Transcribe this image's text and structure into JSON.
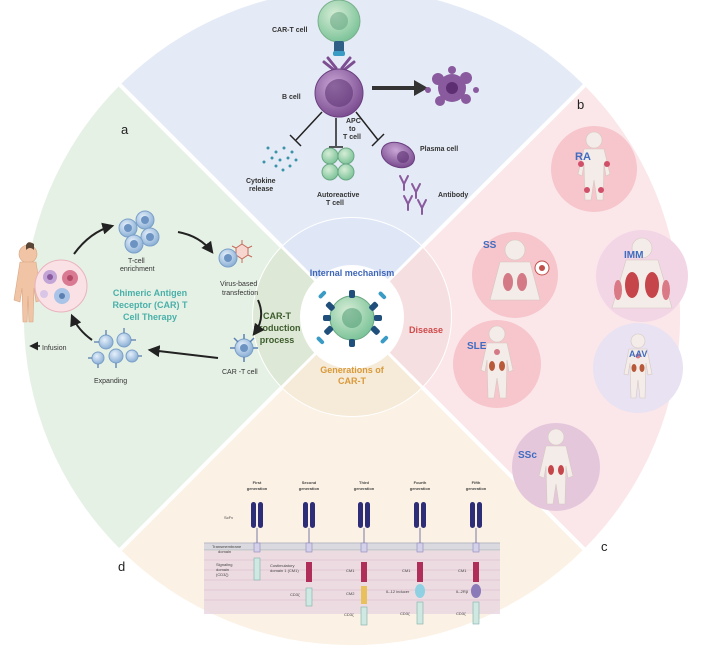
{
  "panel_letters": {
    "a": "a",
    "b": "b",
    "c": "c",
    "d": "d"
  },
  "center": {
    "internal_mechanism": "Internal mechanism",
    "disease": "Disease",
    "generations_line1": "Generations of",
    "generations_line2": "CAR-T",
    "production_line1": "CAR-T",
    "production_line2": "production",
    "production_line3": "process"
  },
  "panel_b": {
    "car_t_cell": "CAR-T cell",
    "b_cell": "B cell",
    "apc_line1": "APC",
    "apc_line2": "to",
    "apc_line3": "T cell",
    "plasma_cell": "Plasma cell",
    "cytokine_line1": "Cytokine",
    "cytokine_line2": "release",
    "autoreactive_line1": "Autoreactive",
    "autoreactive_line2": "T cell",
    "antibody": "Antibody"
  },
  "panel_a": {
    "tcell_line1": "T-cell",
    "tcell_line2": "enrichment",
    "virus_line1": "Virus-based",
    "virus_line2": "transfection",
    "therapy_line1": "Chimeric Antigen",
    "therapy_line2": "Receptor (CAR) T",
    "therapy_line3": "Cell Therapy",
    "car_t_cell": "CAR -T  cell",
    "expanding": "Expanding",
    "infusion": "Infusion"
  },
  "panel_c": {
    "diseases": [
      "RA",
      "SS",
      "IMM",
      "SLE",
      "AAV",
      "SSc"
    ]
  },
  "panel_d": {
    "generations": [
      [
        "First",
        "generation"
      ],
      [
        "Second",
        "generation"
      ],
      [
        "Third",
        "generation"
      ],
      [
        "Fourth",
        "generation"
      ],
      [
        "Fifth",
        "generation"
      ]
    ],
    "scfv": "ScFv",
    "transmembrane_line1": "Transmembrane",
    "transmembrane_line2": "domain",
    "signaling_line1": "Signaling",
    "signaling_line2": "domain",
    "signaling_line3": "(CD3ζ)",
    "costim_line1": "Costimulatory",
    "costim_line2": "domain 1 (CM1)",
    "cd3z": "CD3ζ",
    "cm1": "CM1",
    "cm2": "CM2",
    "il12": "IL-12 inducer",
    "il2rb": "IL-2Rβ"
  },
  "colors": {
    "panel_a_bg": "#e6f1e6",
    "panel_b_bg": "#e5ebf6",
    "panel_c_bg": "#fbe7e9",
    "panel_d_bg": "#fbf1e4",
    "therapy_text": "#49b0a8",
    "internal_mech": "#3e66b8",
    "disease": "#d04a4a",
    "generations": "#d99a3a",
    "production": "#3d5c2c",
    "disease_label": "#3f6cc0"
  }
}
